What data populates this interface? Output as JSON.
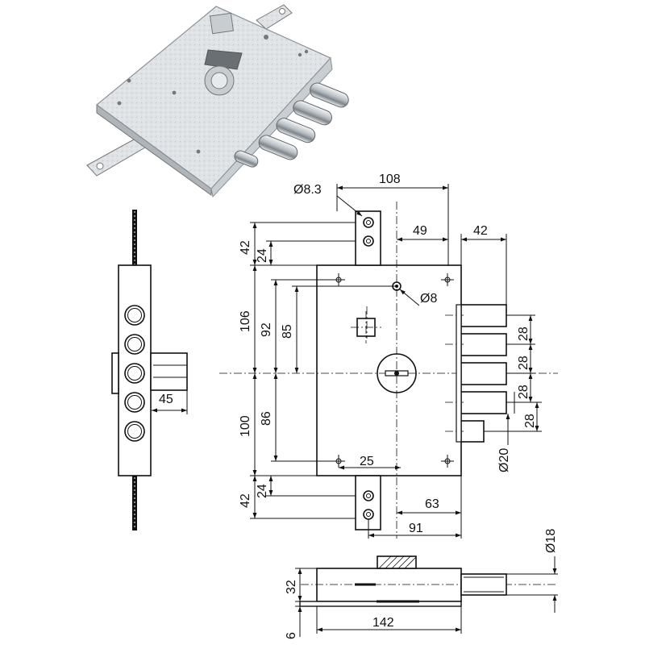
{
  "figure": {
    "product": "mortice lock with 5 deadbolts (technical drawing)",
    "dimensions": {
      "front_top_offset": "42",
      "front_top_inner": "24",
      "front_bottom_offset": "42",
      "front_bottom_inner": "24",
      "upper_height": "106",
      "lower_height": "100",
      "upper_inner": "92",
      "lower_inner": "86",
      "key_offset": "85",
      "hole_dia": "Ø8.3",
      "pin_dia": "Ø8",
      "top_width": "108",
      "top_offset": "49",
      "bolt_throw": "42",
      "bolt_pitch_1": "28",
      "bolt_pitch_2": "28",
      "bolt_pitch_3": "28",
      "bolt_pitch_4": "28",
      "latch_dia": "Ø20",
      "backset_small": "25",
      "backset": "63",
      "backset_total": "91",
      "side_throw": "45",
      "bolt_dia": "Ø18",
      "case_thickness": "32",
      "plate_thickness": "6",
      "case_length": "142"
    }
  }
}
